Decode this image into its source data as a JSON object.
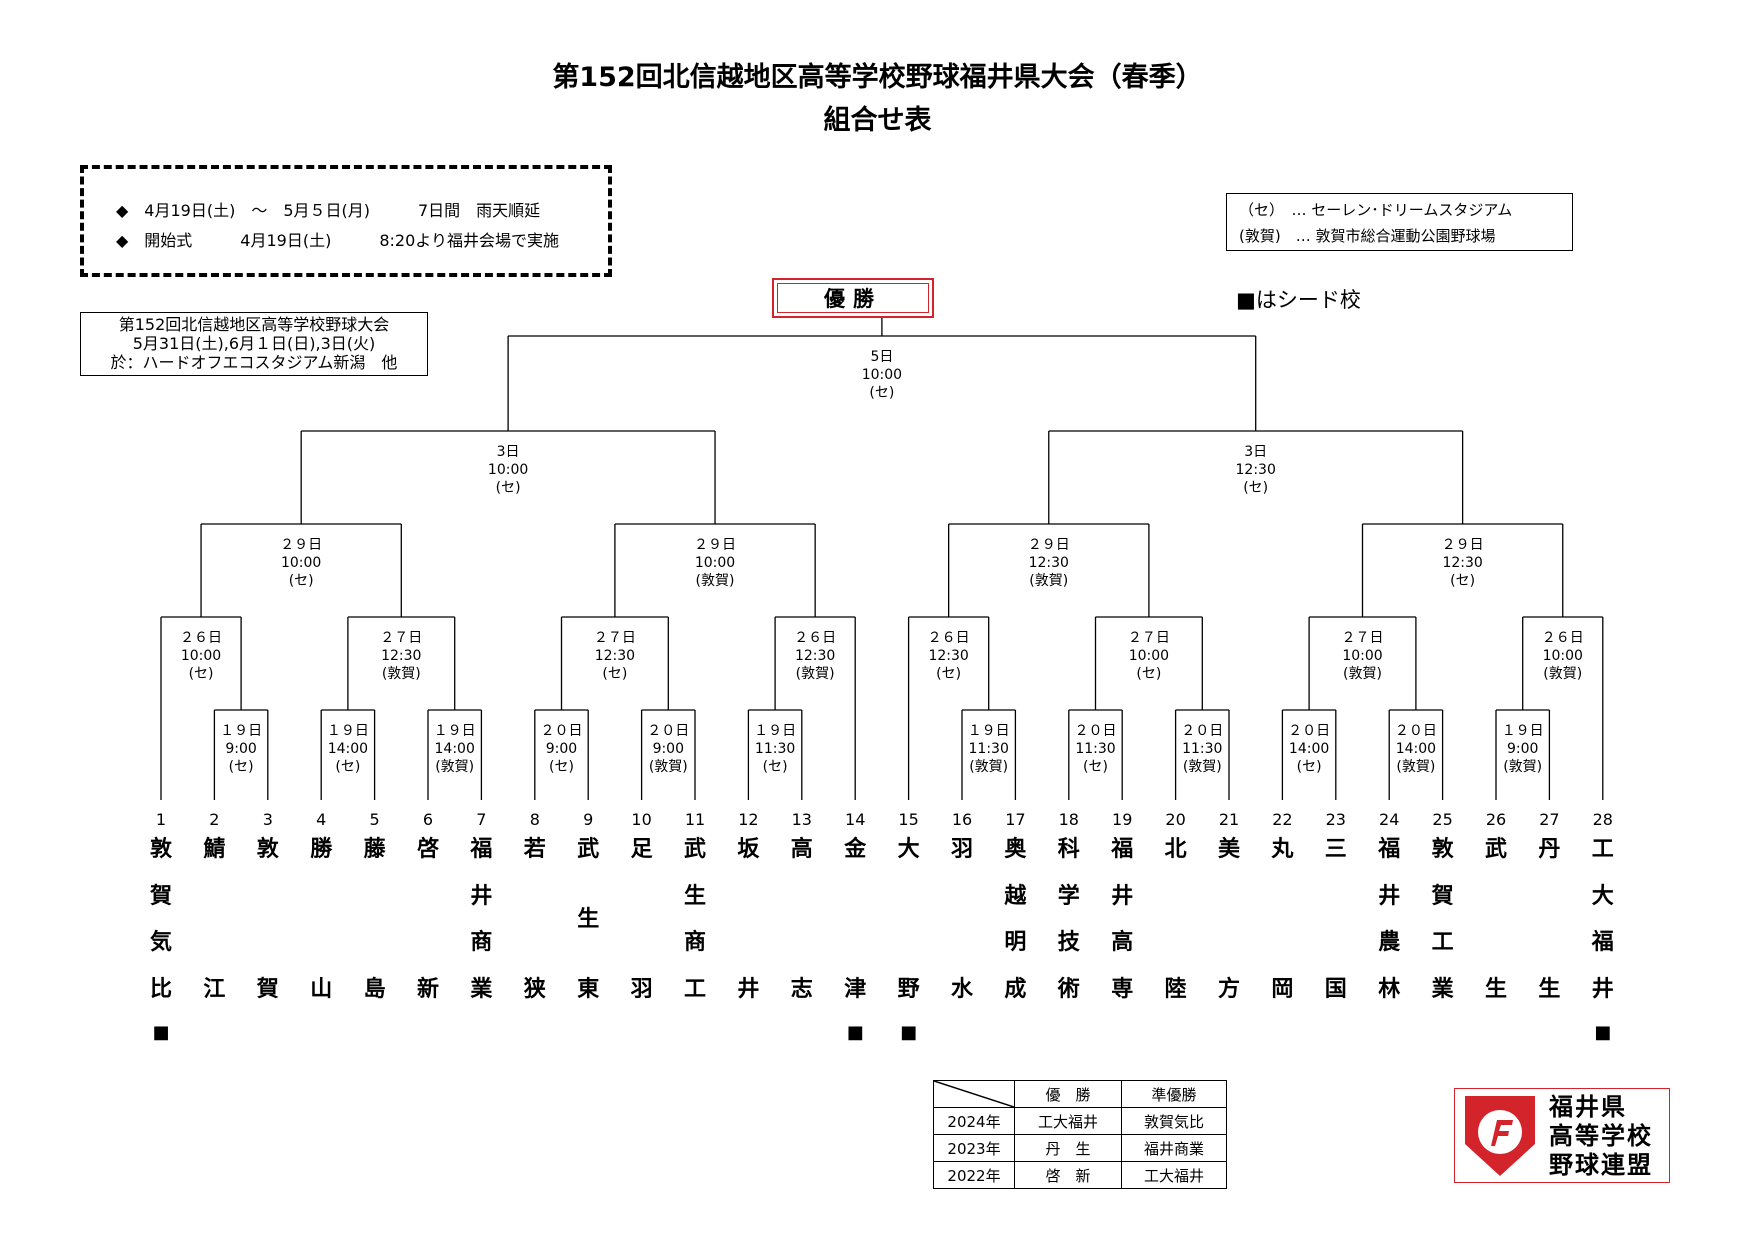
{
  "header": {
    "title_line1": "第152回北信越地区高等学校野球福井県大会（春季）",
    "title_line2": "組合せ表"
  },
  "schedule": {
    "line1": "◆　4月19日(土)　～　5月５日(月)　　　7日間　雨天順延",
    "line2": "◆　開始式　　　4月19日(土)　　　8:20より福井会場で実施"
  },
  "venues": {
    "line1": "（セ）　… セーレン･ドリームスタジアム",
    "line2": "(敦賀)　… 敦賀市総合運動公園野球場"
  },
  "regional": {
    "line1": "第152回北信越地区高等学校野球大会",
    "line2": "5月31日(土),6月１日(日),3日(火)",
    "line3": "於：ハードオフエコスタジアム新潟　他"
  },
  "champion_label": "優勝",
  "seed_legend": "■はシード校",
  "teams": [
    {
      "no": "1",
      "name": "敦賀気比",
      "seed": true
    },
    {
      "no": "2",
      "name": "鯖江",
      "seed": false
    },
    {
      "no": "3",
      "name": "敦賀",
      "seed": false
    },
    {
      "no": "4",
      "name": "勝山",
      "seed": false
    },
    {
      "no": "5",
      "name": "藤島",
      "seed": false
    },
    {
      "no": "6",
      "name": "啓新",
      "seed": false
    },
    {
      "no": "7",
      "name": "福井商業",
      "seed": false
    },
    {
      "no": "8",
      "name": "若狭",
      "seed": false
    },
    {
      "no": "9",
      "name": "武生東",
      "seed": false
    },
    {
      "no": "10",
      "name": "足羽",
      "seed": false
    },
    {
      "no": "11",
      "name": "武生商工",
      "seed": false
    },
    {
      "no": "12",
      "name": "坂井",
      "seed": false
    },
    {
      "no": "13",
      "name": "高志",
      "seed": false
    },
    {
      "no": "14",
      "name": "金津",
      "seed": true
    },
    {
      "no": "15",
      "name": "大野",
      "seed": true
    },
    {
      "no": "16",
      "name": "羽水",
      "seed": false
    },
    {
      "no": "17",
      "name": "奥越明成",
      "seed": false
    },
    {
      "no": "18",
      "name": "科学技術",
      "seed": false
    },
    {
      "no": "19",
      "name": "福井高専",
      "seed": false
    },
    {
      "no": "20",
      "name": "北陸",
      "seed": false
    },
    {
      "no": "21",
      "name": "美方",
      "seed": false
    },
    {
      "no": "22",
      "name": "丸岡",
      "seed": false
    },
    {
      "no": "23",
      "name": "三国",
      "seed": false
    },
    {
      "no": "24",
      "name": "福井農林",
      "seed": false
    },
    {
      "no": "25",
      "name": "敦賀工業",
      "seed": false
    },
    {
      "no": "26",
      "name": "武生",
      "seed": false
    },
    {
      "no": "27",
      "name": "丹生",
      "seed": false
    },
    {
      "no": "28",
      "name": "工大福井",
      "seed": true
    }
  ],
  "seed_mark": "■",
  "games": {
    "r1": [
      [
        "１９日",
        "9:00",
        "(セ)"
      ],
      [
        "１９日",
        "14:00",
        "(セ)"
      ],
      [
        "１９日",
        "14:00",
        "(敦賀)"
      ],
      [
        "２０日",
        "9:00",
        "(セ)"
      ],
      [
        "２０日",
        "9:00",
        "(敦賀)"
      ],
      [
        "１９日",
        "11:30",
        "(セ)"
      ],
      [
        "１９日",
        "11:30",
        "(敦賀)"
      ],
      [
        "２０日",
        "11:30",
        "(セ)"
      ],
      [
        "２０日",
        "11:30",
        "(敦賀)"
      ],
      [
        "２０日",
        "14:00",
        "(セ)"
      ],
      [
        "２０日",
        "14:00",
        "(敦賀)"
      ],
      [
        "１９日",
        "9:00",
        "(敦賀)"
      ]
    ],
    "r2": [
      [
        "２６日",
        "10:00",
        "(セ)"
      ],
      [
        "２７日",
        "12:30",
        "(敦賀)"
      ],
      [
        "２７日",
        "12:30",
        "(セ)"
      ],
      [
        "２６日",
        "12:30",
        "(敦賀)"
      ],
      [
        "２６日",
        "12:30",
        "(セ)"
      ],
      [
        "２７日",
        "10:00",
        "(セ)"
      ],
      [
        "２７日",
        "10:00",
        "(敦賀)"
      ],
      [
        "２６日",
        "10:00",
        "(敦賀)"
      ]
    ],
    "qf": [
      [
        "２９日",
        "10:00",
        "(セ)"
      ],
      [
        "２９日",
        "10:00",
        "(敦賀)"
      ],
      [
        "２９日",
        "12:30",
        "(敦賀)"
      ],
      [
        "２９日",
        "12:30",
        "(セ)"
      ]
    ],
    "sf": [
      [
        "3日",
        "10:00",
        "(セ)"
      ],
      [
        "3日",
        "12:30",
        "(セ)"
      ]
    ],
    "final": [
      "5日",
      "10:00",
      "(セ)"
    ]
  },
  "results": {
    "header": [
      "",
      "優　勝",
      "準優勝"
    ],
    "rows": [
      [
        "2024年",
        "工大福井",
        "敦賀気比"
      ],
      [
        "2023年",
        "丹　生",
        "福井商業"
      ],
      [
        "2022年",
        "啓　新",
        "工大福井"
      ]
    ]
  },
  "logo": {
    "line1": "福井県",
    "line2": "高等学校",
    "line3": "野球連盟",
    "color": "#d3232b"
  }
}
